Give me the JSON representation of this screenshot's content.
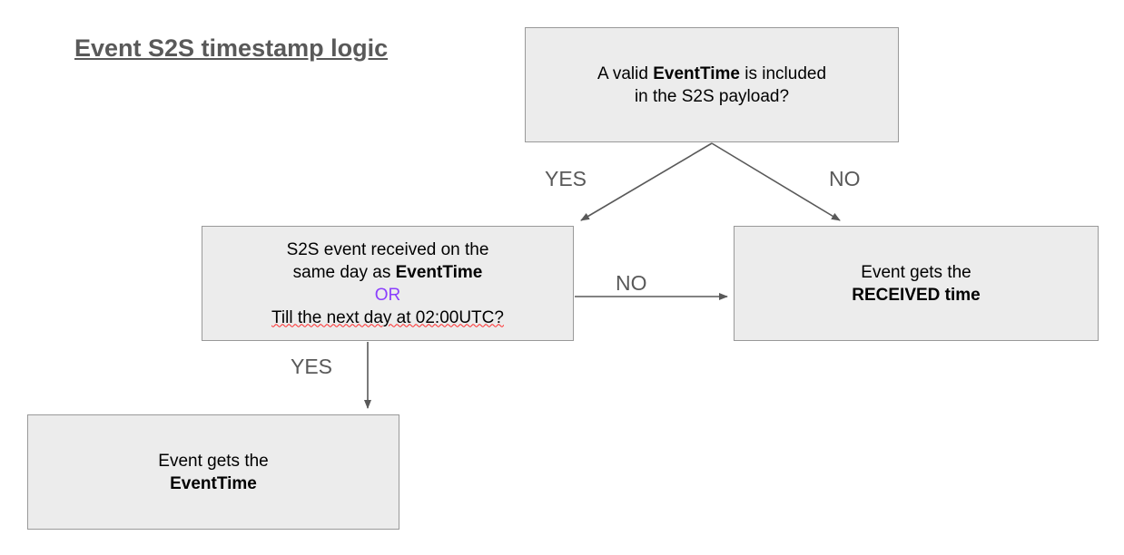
{
  "diagram": {
    "title": "Event S2S timestamp logic",
    "nodes": [
      {
        "id": "valid-eventtime",
        "line1_pre": "A valid ",
        "line1_bold": "EventTime",
        "line1_post": " is included",
        "line2": "in the S2S payload?"
      },
      {
        "id": "same-day-check",
        "line1": "S2S event received on the",
        "line2_pre": "same day as ",
        "line2_bold": "EventTime",
        "line3": "OR",
        "line4": "Till the next day at 02:00UTC?"
      },
      {
        "id": "received-time",
        "line1": "Event gets the",
        "line2_bold": "RECEIVED time"
      },
      {
        "id": "event-time",
        "line1": "Event gets the",
        "line2_bold": "EventTime"
      }
    ],
    "edge_labels": {
      "yes_top": "YES",
      "no_top": "NO",
      "no_middle": "NO",
      "yes_bottom": "YES"
    },
    "colors": {
      "node_fill": "#ececec",
      "node_border": "#999999",
      "title": "#595959",
      "label": "#595959",
      "or_accent": "#8b3ffd",
      "spellcheck_underline": "#ff2b2b"
    }
  }
}
